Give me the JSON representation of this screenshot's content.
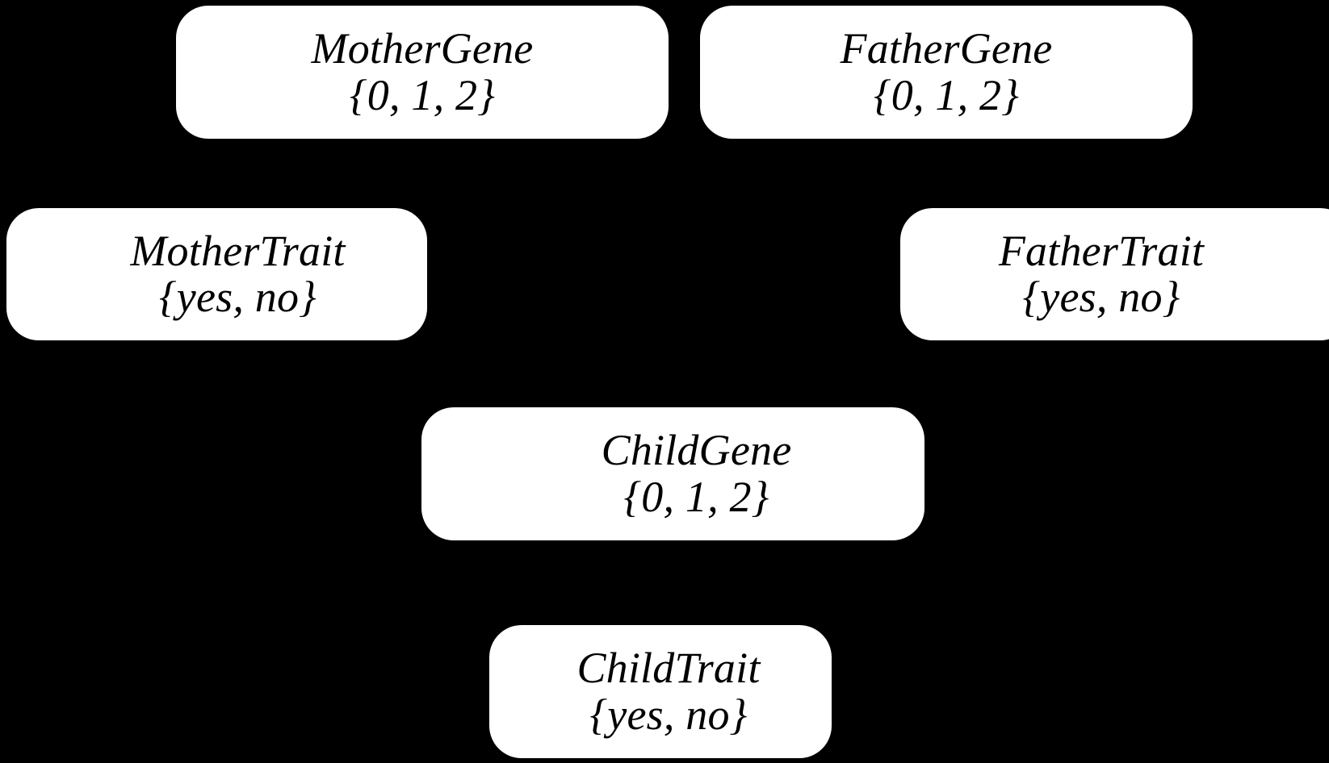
{
  "diagram": {
    "type": "bayesian-network",
    "background_color": "#000000",
    "node_fill_color": "#ffffff",
    "node_text_color": "#000000",
    "nodes": [
      {
        "id": "mother-gene",
        "label": "MotherGene",
        "domain": "{0, 1, 2}"
      },
      {
        "id": "father-gene",
        "label": "FatherGene",
        "domain": "{0, 1, 2}"
      },
      {
        "id": "mother-trait",
        "label": "MotherTrait",
        "domain": "{yes, no}"
      },
      {
        "id": "father-trait",
        "label": "FatherTrait",
        "domain": "{yes, no}"
      },
      {
        "id": "child-gene",
        "label": "ChildGene",
        "domain": "{0, 1, 2}"
      },
      {
        "id": "child-trait",
        "label": "ChildTrait",
        "domain": "{yes, no}"
      }
    ]
  }
}
